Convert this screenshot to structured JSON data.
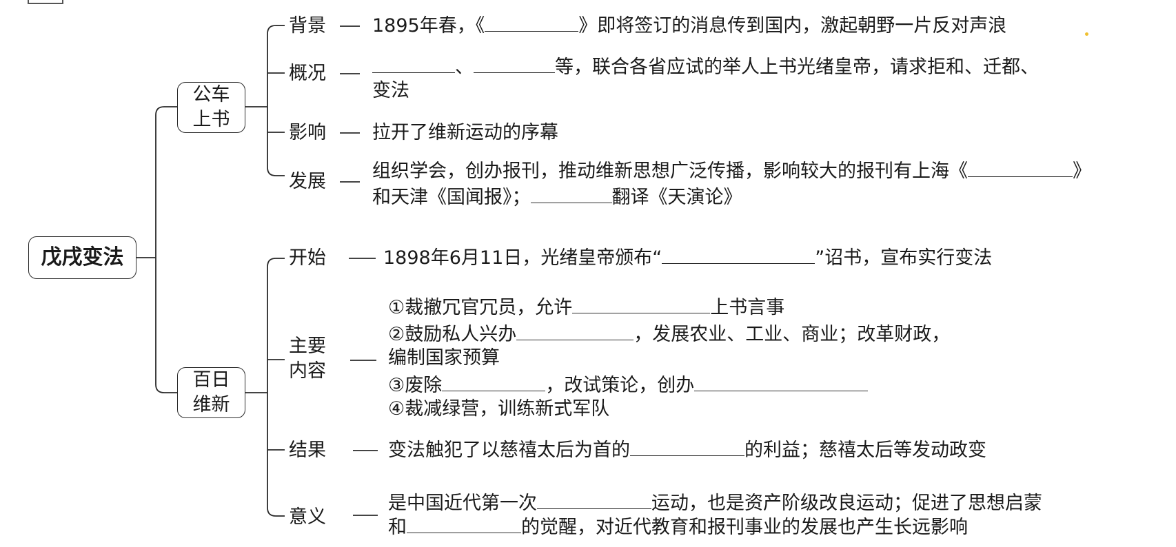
{
  "root": "戊戌变法",
  "branches": [
    {
      "label_line1": "公车",
      "label_line2": "上书",
      "items": [
        {
          "label": "背景",
          "text_a": "1895年春，《",
          "text_b": "》即将签订的消息传到国内，激起朝野一片反对声浪"
        },
        {
          "label": "概况",
          "sep": "、",
          "text_a": "等，联合各省应试的举人上书光绪皇帝，请求拒和、迁都、",
          "text_b": "变法"
        },
        {
          "label": "影响",
          "text": "拉开了维新运动的序幕"
        },
        {
          "label": "发展",
          "text_a": "组织学会，创办报刊，推动维新思想广泛传播，影响较大的报刊有上海《",
          "text_b": "》",
          "text_c": "和天津《国闻报》；",
          "text_d": "翻译《天演论》"
        }
      ]
    },
    {
      "label_line1": "百日",
      "label_line2": "维新",
      "items": [
        {
          "label": "开始",
          "text_a": "1898年6月11日，光绪皇帝颁布“",
          "text_b": "”诏书，宣布实行变法"
        },
        {
          "label_line1": "主要",
          "label_line2": "内容",
          "l1_a": "①裁撤冗官冗员，允许",
          "l1_b": "上书言事",
          "l2_a": "②鼓励私人兴办",
          "l2_b": "，发展农业、工业、商业；改革财政，",
          "l3": "编制国家预算",
          "l4_a": "③废除",
          "l4_b": "，改试策论，创办",
          "l5": "④裁减绿营，训练新式军队"
        },
        {
          "label": "结果",
          "text_a": "变法触犯了以慈禧太后为首的",
          "text_b": "的利益；慈禧太后等发动政变"
        },
        {
          "label": "意义",
          "text_a": "是中国近代第一次",
          "text_b": "运动，也是资产阶级改良运动；促进了思想启蒙",
          "text_c": "和",
          "text_d": "的觉醒，对近代教育和报刊事业的发展也产生长远影响"
        }
      ]
    }
  ]
}
